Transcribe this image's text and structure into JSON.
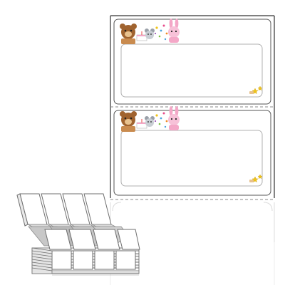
{
  "product": {
    "label_sheet": {
      "label_count_visible": 2,
      "border_color": "#333333",
      "perforation_color": "#888888",
      "inner_frame_color": "#b0b0b0"
    },
    "illustration": {
      "characters": [
        "bear-icon",
        "mouse-icon",
        "rabbit-icon"
      ],
      "corner_decoration": "stars-icon",
      "accent_colors": {
        "bear": "#a0632f",
        "rabbit": "#f4a7c7",
        "star": "#f0c419"
      }
    },
    "fanfold_stack": {
      "front_label_columns": 4,
      "stack_layers": 12,
      "label_fill": "#ffffff",
      "label_stroke": "#6f6f6f"
    }
  }
}
